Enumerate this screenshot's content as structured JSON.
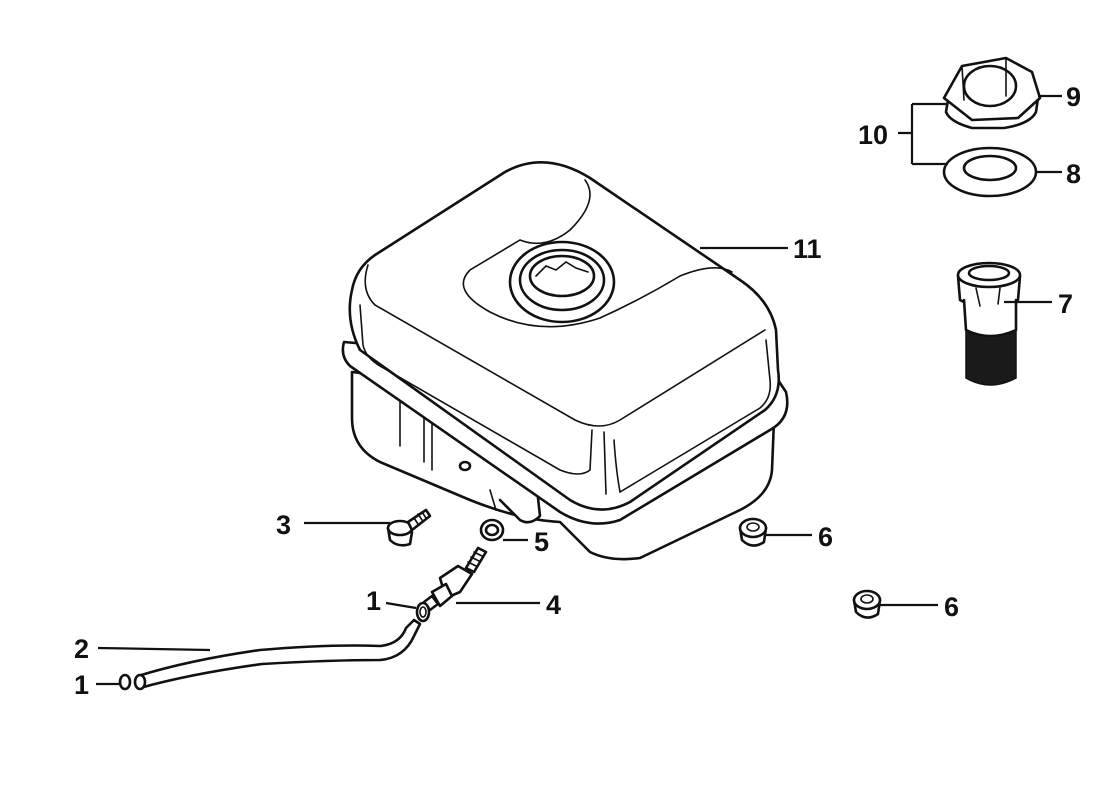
{
  "callouts": {
    "c1a": "1",
    "c1b": "1",
    "c2": "2",
    "c3": "3",
    "c4": "4",
    "c5": "5",
    "c6a": "6",
    "c6b": "6",
    "c7": "7",
    "c8": "8",
    "c9": "9",
    "c10": "10",
    "c11": "11"
  },
  "colors": {
    "ink": "#111111",
    "paper": "#ffffff"
  }
}
